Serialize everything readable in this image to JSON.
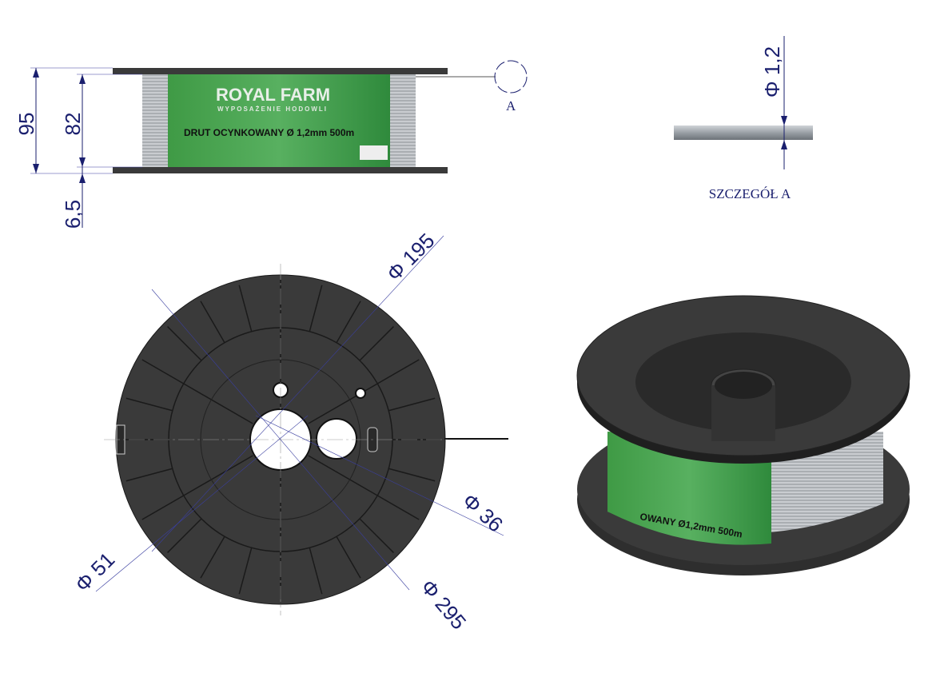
{
  "side_view": {
    "label_brand": "ROYAL FARM",
    "label_tagline": "WYPOSAŻENIE HODOWLI",
    "label_product": "DRUT OCYNKOWANY Ø 1,2mm 500m",
    "dim_height_total": "95",
    "dim_height_inner": "82",
    "dim_flange": "6,5",
    "detail_marker": "A"
  },
  "detail": {
    "dim_wire": "Φ 1,2",
    "caption": "SZCZEGÓŁ A"
  },
  "front_view": {
    "dim_195": "Φ 195",
    "dim_36": "Φ 36",
    "dim_51": "Φ 51",
    "dim_295": "Φ 295"
  },
  "iso_view": {
    "label_text": "OWANY Ø1,2mm 500m"
  },
  "colors": {
    "spool": "#3a3a3a",
    "label": "#3d9a4a",
    "dimension": "#1a1f6e"
  }
}
